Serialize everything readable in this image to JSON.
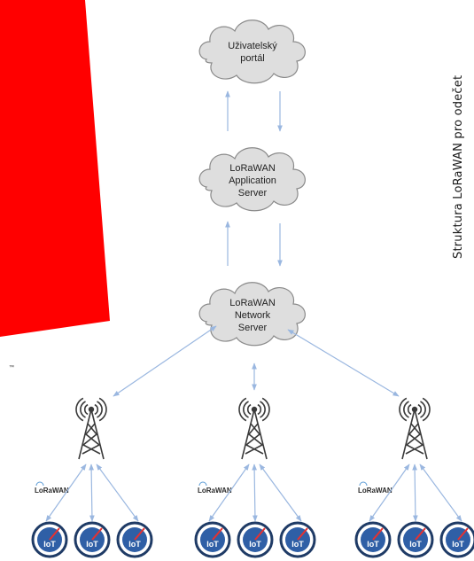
{
  "caption": "Struktura LoRaWAN pro odečet",
  "clouds": {
    "portal": [
      "Uživatelský",
      "portál"
    ],
    "app_server": [
      "LoRaWAN",
      "Application",
      "Server"
    ],
    "network_server": [
      "LoRaWAN",
      "Network",
      "Server"
    ]
  },
  "lorawan_label": "LoRaWAN",
  "lorawan_mark": "™",
  "iot_label": "IoT",
  "colors": {
    "accent_red": "#ff0000",
    "arrow": "#9ab7e0",
    "cloud_fill": "#dedede",
    "cloud_stroke": "#8a8a8a",
    "meter_ring": "#1f3b66",
    "meter_face": "#2f5fa6",
    "needle": "#e8312f"
  },
  "icons": [
    "cloud-icon",
    "antenna-tower-icon",
    "iot-meter-icon",
    "lorawan-logo-icon"
  ]
}
